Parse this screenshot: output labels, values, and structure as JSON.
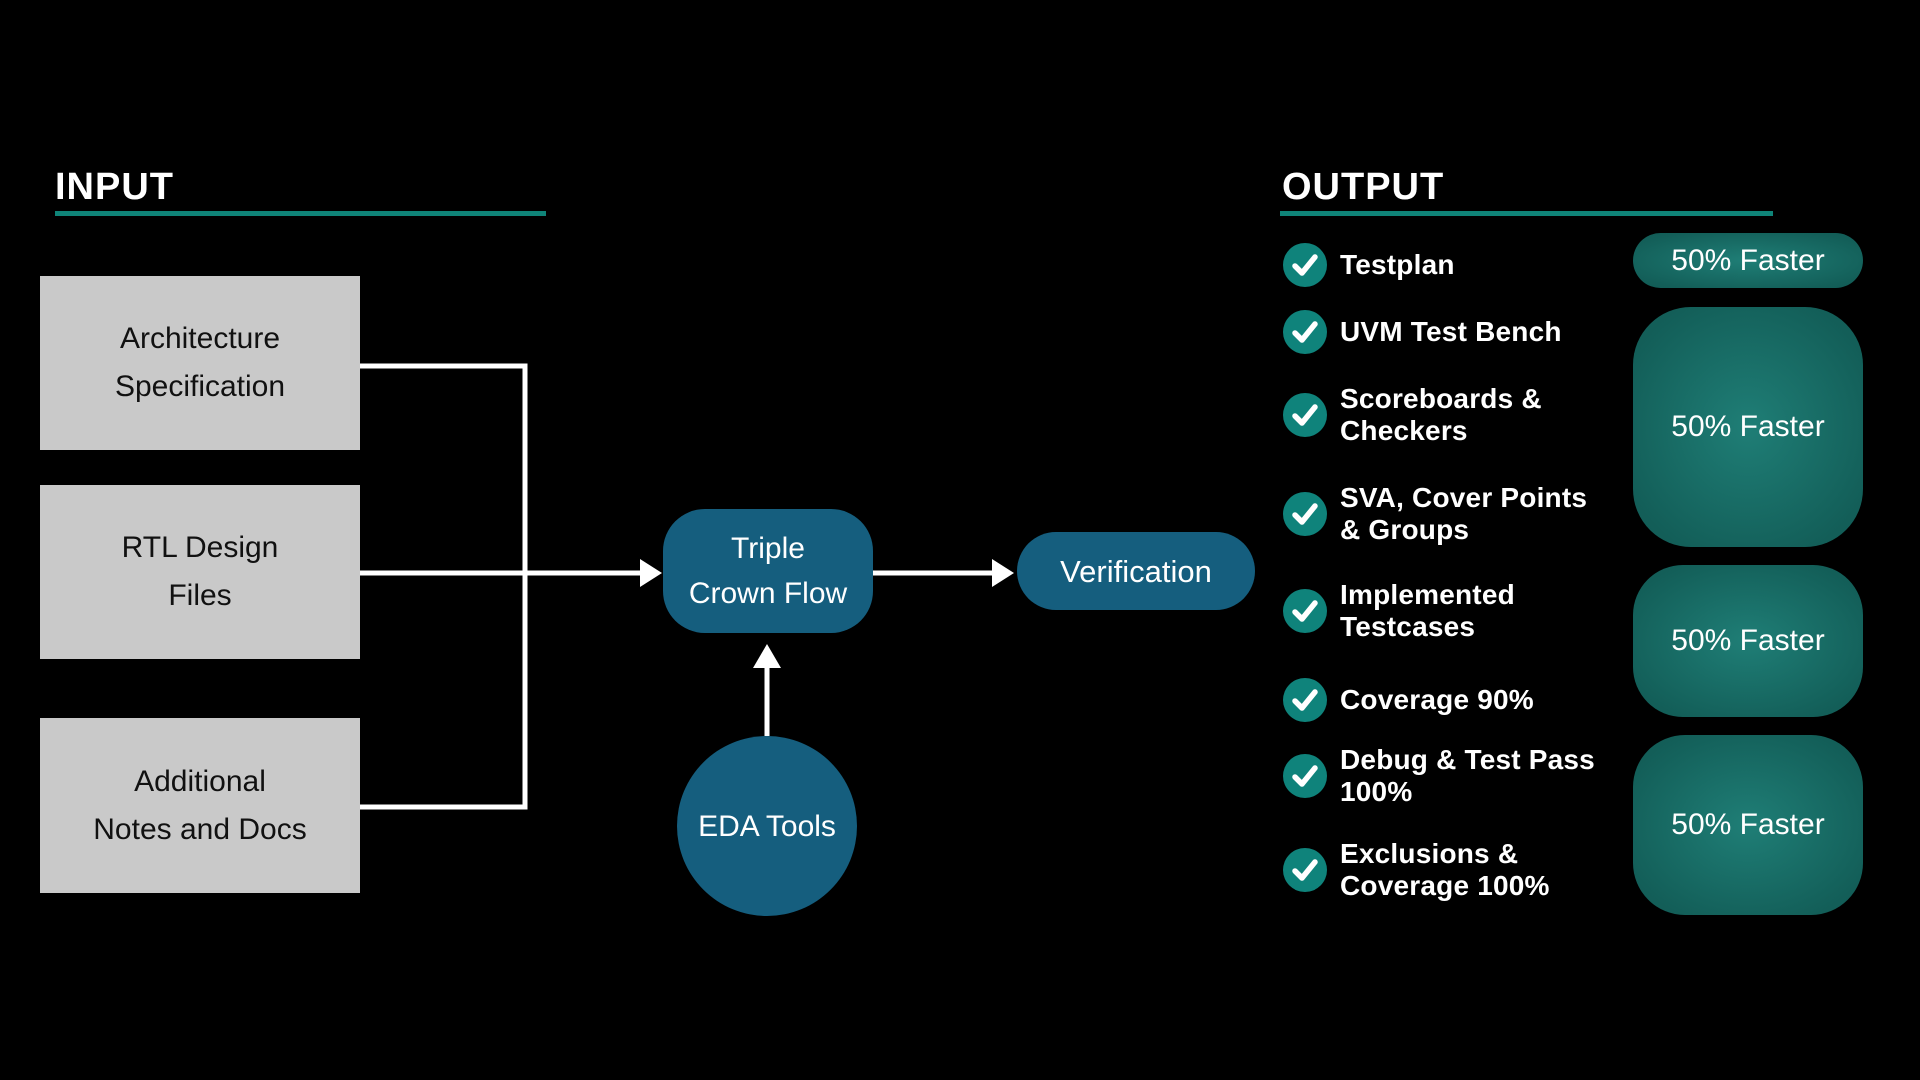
{
  "colors": {
    "background": "#000000",
    "white": "#ffffff",
    "teal_accent": "#0f8478",
    "teal_icon": "#0f837b",
    "blue_shape": "#155e7e",
    "gray_box": "#c9c9c9",
    "text_dark": "#111111",
    "badge_center": "#1f7e76",
    "badge_edge": "#0b3e3b"
  },
  "input": {
    "heading": "INPUT",
    "boxes": [
      {
        "lines": [
          "Architecture",
          "Specification"
        ]
      },
      {
        "lines": [
          "RTL Design",
          "Files"
        ]
      },
      {
        "lines": [
          "Additional",
          "Notes and Docs"
        ]
      }
    ]
  },
  "flow": {
    "main_node": {
      "lines": [
        "Triple",
        "Crown Flow"
      ]
    },
    "verification_node": {
      "label": "Verification"
    },
    "eda_node": {
      "label": "EDA Tools"
    }
  },
  "output": {
    "heading": "OUTPUT",
    "items": [
      {
        "lines": [
          "Testplan"
        ]
      },
      {
        "lines": [
          "UVM Test Bench"
        ]
      },
      {
        "lines": [
          "Scoreboards &",
          "Checkers"
        ]
      },
      {
        "lines": [
          "SVA, Cover Points",
          "& Groups"
        ]
      },
      {
        "lines": [
          "Implemented",
          "Testcases"
        ]
      },
      {
        "lines": [
          "Coverage 90%"
        ]
      },
      {
        "lines": [
          "Debug & Test Pass",
          "100%"
        ]
      },
      {
        "lines": [
          "Exclusions &",
          "Coverage 100%"
        ]
      }
    ],
    "badges": [
      {
        "label": "50% Faster"
      },
      {
        "label": "50% Faster"
      },
      {
        "label": "50% Faster"
      },
      {
        "label": "50% Faster"
      }
    ]
  }
}
